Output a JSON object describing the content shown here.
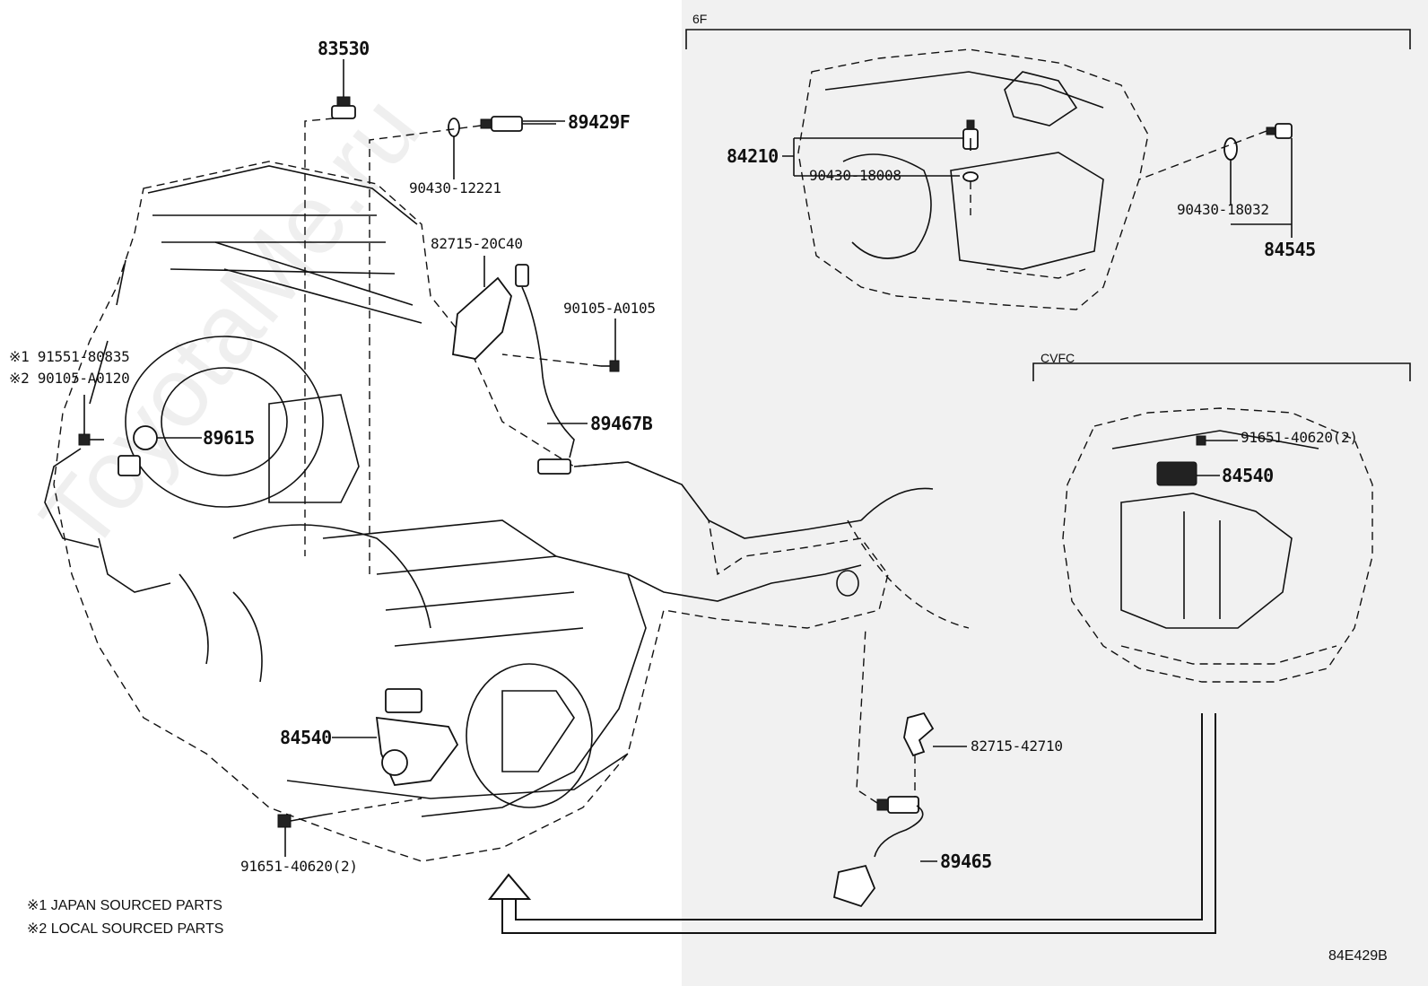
{
  "watermark": "ToyotaMe.ru",
  "sections": {
    "f6": "6F",
    "cvfc": "CVFC"
  },
  "labels": {
    "p83530": "83530",
    "p89429f": "89429F",
    "p90430_12221": "90430-12221",
    "p82715_20c40": "82715-20C40",
    "p90105_a0105": "90105-A0105",
    "p89467b": "89467B",
    "p91551": "※1 91551-80835",
    "p90105_a0120": "※2 90105-A0120",
    "p89615": "89615",
    "p84540_main": "84540",
    "p91651_main": "91651-40620(2)",
    "p84210": "84210",
    "p90430_18008": "90430-18008",
    "p90430_18032": "90430-18032",
    "p84545": "84545",
    "p91651_cvfc": "91651-40620(2)",
    "p84540_cvfc": "84540",
    "p82715_42710": "82715-42710",
    "p89465": "89465"
  },
  "notes": {
    "n1": "※1 JAPAN SOURCED PARTS",
    "n2": "※2 LOCAL SOURCED PARTS"
  },
  "diagram_id": "84E429B"
}
